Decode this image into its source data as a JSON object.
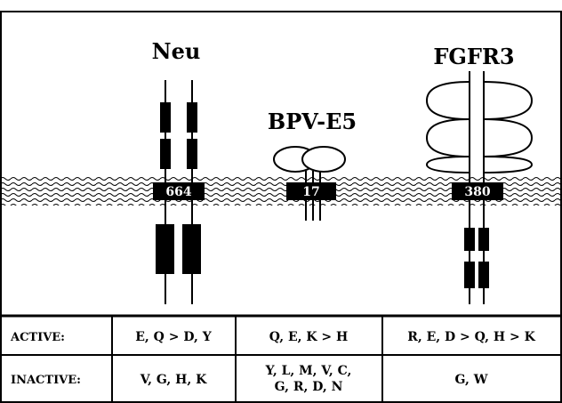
{
  "proteins": [
    {
      "name": "Neu",
      "residue": "664"
    },
    {
      "name": "BPV-E5",
      "residue": "17"
    },
    {
      "name": "FGFR3",
      "residue": "380"
    }
  ],
  "table": {
    "rows": [
      {
        "label": "ACTIVE:",
        "cells": [
          "E, Q > D, Y",
          "Q, E, K > H",
          "R, E, D > Q, H > K"
        ]
      },
      {
        "label": "INACTIVE:",
        "cells": [
          "V, G, H, K",
          [
            "Y, L, M, V, C,",
            "G, R, D, N"
          ],
          "G, W"
        ]
      }
    ]
  }
}
